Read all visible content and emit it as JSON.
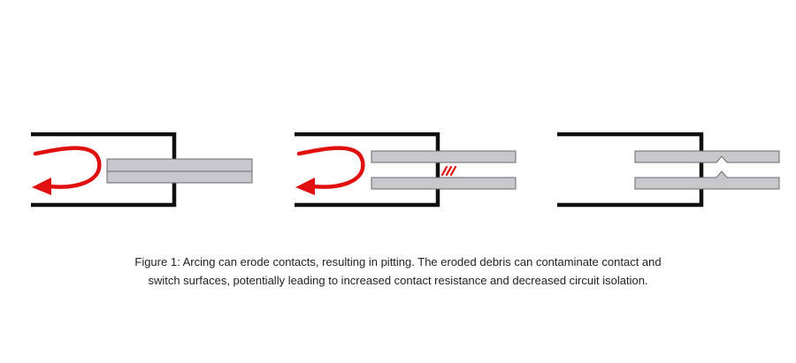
{
  "caption": {
    "line1": "Figure 1: Arcing can erode contacts, resulting in pitting. The eroded debris can contaminate contact and",
    "line2": "switch surfaces, potentially leading to increased contact resistance and decreased circuit isolation."
  },
  "colors": {
    "frame": "#111111",
    "contact_fill": "#c8c8cc",
    "contact_stroke": "#6a6a6e",
    "arc": "#e01010",
    "background": "#ffffff"
  },
  "panels": [
    {
      "stage": "closed-contacts-arcing",
      "icons": [
        "bracket-frame",
        "contact-bars",
        "arc-arrow"
      ]
    },
    {
      "stage": "contacts-opening-arc-erosion",
      "icons": [
        "bracket-frame",
        "contact-bars",
        "arc-arrow",
        "erosion-hatch"
      ]
    },
    {
      "stage": "pitted-contacts",
      "icons": [
        "bracket-frame",
        "contact-bars",
        "pit-notches"
      ]
    }
  ]
}
